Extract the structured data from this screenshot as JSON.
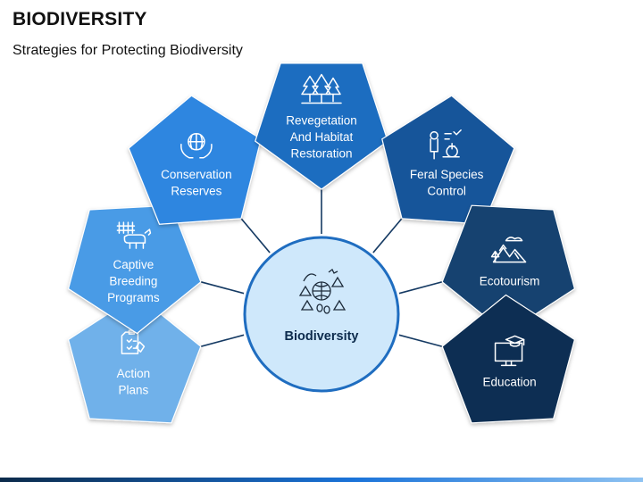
{
  "header": {
    "title": "BIODIVERSITY",
    "subtitle": "Strategies for Protecting Biodiversity"
  },
  "hub": {
    "label": "Biodiversity",
    "icon": "ecosystem-icon"
  },
  "segments": [
    {
      "key": "action-plans",
      "lines": [
        "Action",
        "Plans"
      ],
      "icon": "checklist-icon",
      "color": "#6fb1ea"
    },
    {
      "key": "captive-breeding",
      "lines": [
        "Captive",
        "Breeding",
        "Programs"
      ],
      "icon": "cow-fence-icon",
      "color": "#4a9be6"
    },
    {
      "key": "conservation-reserves",
      "lines": [
        "Conservation",
        "Reserves"
      ],
      "icon": "globe-hands-icon",
      "color": "#2f86e0"
    },
    {
      "key": "revegetation",
      "lines": [
        "Revegetation",
        "And Habitat",
        "Restoration"
      ],
      "icon": "trees-icon",
      "color": "#1f6dc0"
    },
    {
      "key": "feral-species",
      "lines": [
        "Feral Species",
        "Control"
      ],
      "icon": "monitoring-icon",
      "color": "#18559a"
    },
    {
      "key": "ecotourism",
      "lines": [
        "Ecotourism"
      ],
      "icon": "mountain-icon",
      "color": "#12426f"
    },
    {
      "key": "education",
      "lines": [
        "Education"
      ],
      "icon": "monitor-cap-icon",
      "color": "#0f2f52"
    }
  ],
  "colors": {
    "hub_fill": "#cfe8fb",
    "hub_stroke": "#1f6dc0",
    "connector": "#153a63"
  }
}
